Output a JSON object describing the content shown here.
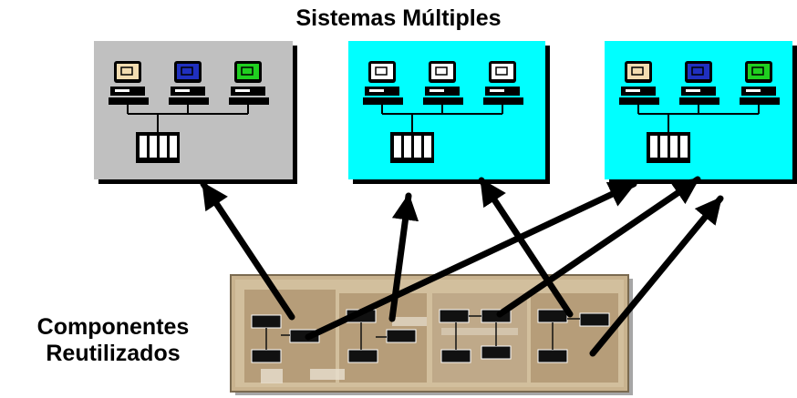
{
  "title": "Sistemas Múltiples",
  "components_label_line1": "Componentes",
  "components_label_line2": "Reutilizados",
  "colors": {
    "system_gray": "#c0c0c0",
    "system_cyan": "#00ffff",
    "arrow": "#000000",
    "component_panel": "#c9b38f",
    "component_block": "#a98f6a"
  },
  "systems": [
    {
      "name": "system-1",
      "fill": "gray",
      "screens": [
        "beige",
        "blue",
        "green"
      ]
    },
    {
      "name": "system-2",
      "fill": "cyan",
      "screens": [
        "white",
        "white",
        "white"
      ]
    },
    {
      "name": "system-3",
      "fill": "cyan",
      "screens": [
        "beige",
        "blue",
        "green"
      ]
    }
  ],
  "icons": {
    "computer": "computer-icon",
    "server": "server-icon"
  }
}
